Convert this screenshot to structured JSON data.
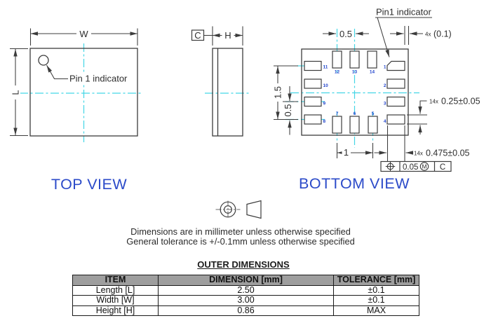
{
  "colors": {
    "line": "#3c3c3c",
    "centerline": "#44d6e6",
    "accent_blue": "#2c4bc9",
    "pin_blue": "#2244cc",
    "table_header_bg": "#9e9e9e"
  },
  "top_view": {
    "label": "TOP VIEW",
    "dim_w": "W",
    "dim_l": "L",
    "pin1_label": "Pin 1 indicator"
  },
  "side_view": {
    "datum": "C",
    "dim_h": "H"
  },
  "bottom_view": {
    "label": "BOTTOM VIEW",
    "pin1_label": "Pin1 indicator",
    "dim_pad_pitch_top": "0.5",
    "dim_pin1_offset_qty": "4x",
    "dim_pin1_offset": "(0.1)",
    "dim_left_outer": "1.5",
    "dim_left_inner": "0.5",
    "dim_pitch_bottom": "1",
    "dim_pad_width_qty": "14x",
    "dim_pad_width": "0.25±0.05",
    "dim_pad_length_qty": "14x",
    "dim_pad_length": "0.475±0.05",
    "fcf": {
      "tolerance": "0.05",
      "modifier": "M",
      "datum": "C"
    },
    "pins": [
      "1",
      "2",
      "3",
      "4",
      "5",
      "6",
      "7",
      "8",
      "9",
      "10",
      "11",
      "12",
      "13",
      "14"
    ]
  },
  "notes": {
    "line1": "Dimensions are in millimeter unless otherwise specified",
    "line2": "General tolerance is +/-0.1mm unless otherwise specified"
  },
  "table": {
    "title": "OUTER DIMENSIONS",
    "headers": [
      "ITEM",
      "DIMENSION [mm]",
      "TOLERANCE [mm]"
    ],
    "rows": [
      [
        "Length [L]",
        "2.50",
        "±0.1"
      ],
      [
        "Width [W]",
        "3.00",
        "±0.1"
      ],
      [
        "Height [H]",
        "0.86",
        "MAX"
      ]
    ]
  }
}
